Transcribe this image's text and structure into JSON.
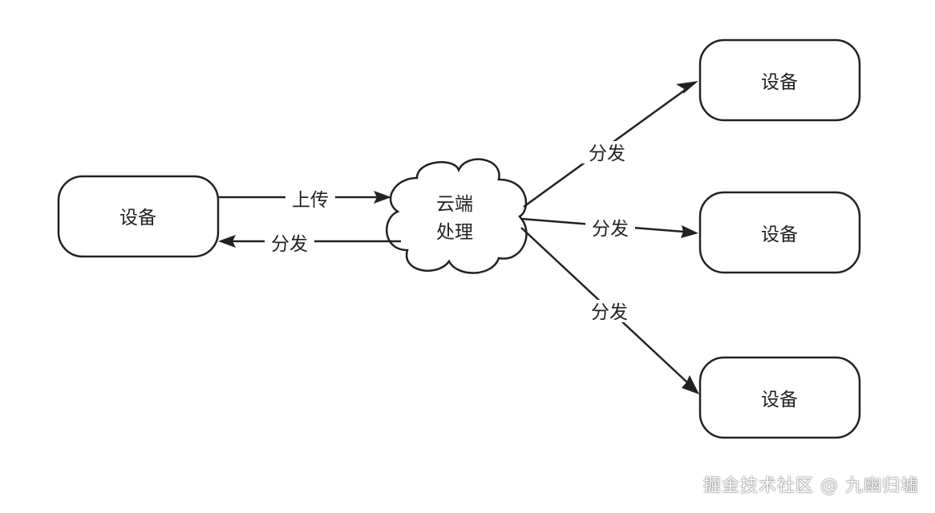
{
  "nodes": {
    "left_device": "设备",
    "cloud_line1": "云端",
    "cloud_line2": "处理",
    "right_device_top": "设备",
    "right_device_middle": "设备",
    "right_device_bottom": "设备"
  },
  "edges": {
    "upload": "上传",
    "distribute_back": "分发",
    "distribute_top": "分发",
    "distribute_middle": "分发",
    "distribute_bottom": "分发"
  },
  "watermark": "掘金技术社区 @ 九幽归墟",
  "colors": {
    "stroke": "#222222",
    "fill": "#ffffff"
  }
}
